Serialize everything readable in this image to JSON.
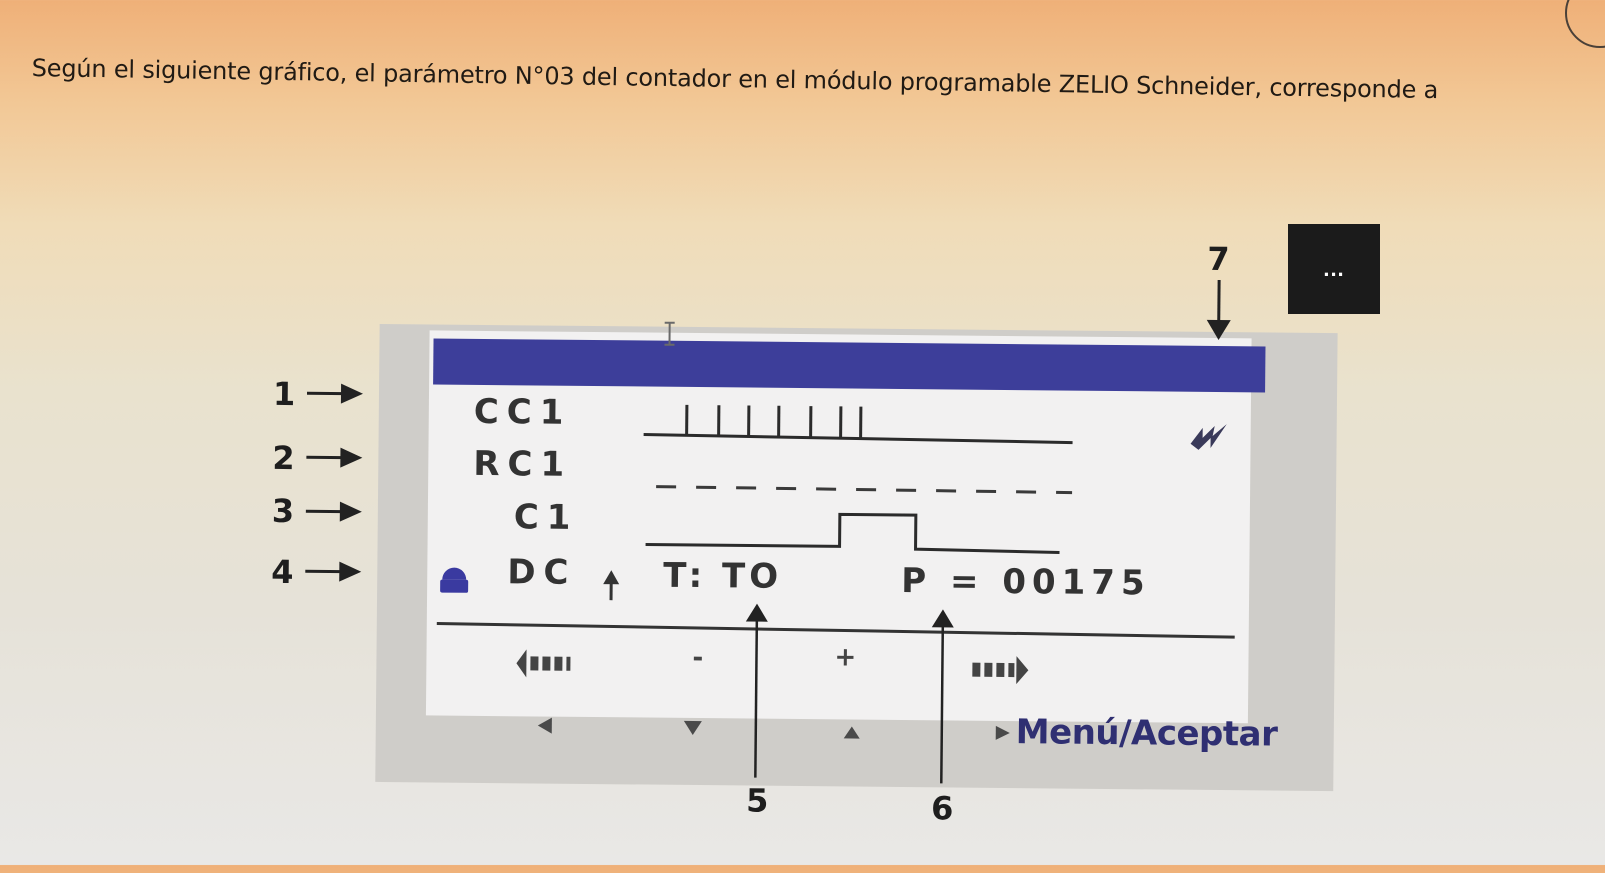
{
  "question": {
    "text": "Según el siguiente gráfico, el parámetro N°03 del contador en el módulo programable ZELIO Schneider, corresponde a"
  },
  "more_button": {
    "label": "..."
  },
  "callouts": {
    "one": "1",
    "two": "2",
    "three": "3",
    "four": "4",
    "five": "5",
    "six": "6",
    "seven": "7"
  },
  "display": {
    "rows": {
      "cc1": "CC1",
      "rc1": "RC1",
      "c1": "C1",
      "dc": "DC"
    },
    "type_param": "T: TO",
    "preset_param": "P = 00175",
    "softkeys": {
      "minus": "-",
      "plus": "+"
    },
    "menu": "Menú/Aceptar"
  },
  "icons": {
    "lock": "padlock-icon",
    "lightning": "lightning-icon",
    "arrow_count": "up-arrow-icon",
    "cursor": "text-cursor-icon",
    "left_nav": "left-scroll-icon",
    "right_nav": "right-scroll-icon"
  },
  "colors": {
    "title_bar": "#3d3e9a",
    "lock": "#3a3aa0",
    "menu_text": "#2f2f72",
    "button_bg": "#1b1b1b"
  }
}
